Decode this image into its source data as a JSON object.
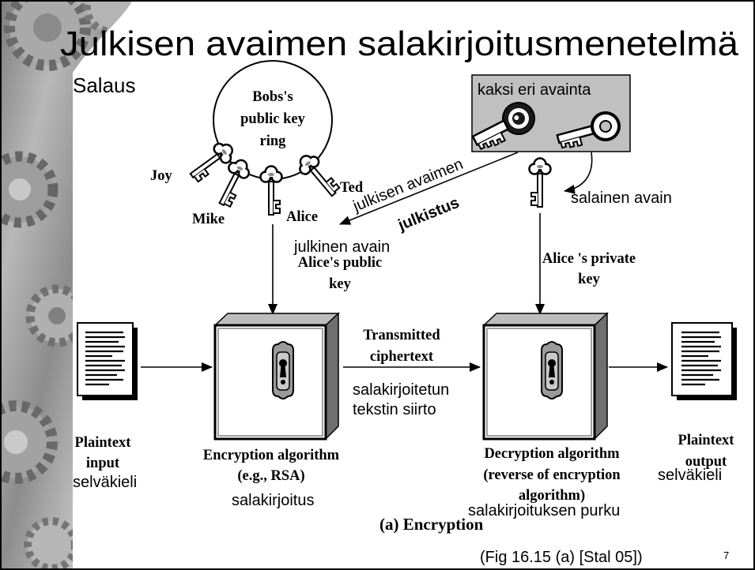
{
  "slide": {
    "title": "Julkisen avaimen salakirjoitusmenetelmä",
    "section": "Salaus",
    "caption": "(a) Encryption",
    "citation": "(Fig 16.15 (a) [Stal 05])",
    "page_number": "7"
  },
  "key_ring": {
    "label": [
      "Bobs's",
      "public key",
      "ring"
    ],
    "key_owners": [
      "Joy",
      "Mike",
      "Alice",
      "Ted"
    ]
  },
  "key_pair": {
    "label": "kaksi eri avainta",
    "publish_label": [
      "julkisen avaimen",
      "julkistus"
    ]
  },
  "public_key": {
    "label_fi": "julkinen avain",
    "label_en": [
      "Alice's public",
      "key"
    ]
  },
  "private_key": {
    "label_fi": "salainen avain",
    "label_en": [
      "Alice 's private",
      "key"
    ]
  },
  "plaintext_input": {
    "label_en": [
      "Plaintext",
      "input"
    ],
    "label_fi": "selväkieli"
  },
  "encryption": {
    "label_en": [
      "Encryption algorithm",
      "(e.g., RSA)"
    ],
    "label_fi": "salakirjoitus"
  },
  "transmission": {
    "label_en": [
      "Transmitted",
      "ciphertext"
    ],
    "label_fi": [
      "salakirjoitetun",
      "tekstin siirto"
    ]
  },
  "decryption": {
    "label_en": [
      "Decryption algorithm",
      "(reverse of encryption",
      "algorithm)"
    ],
    "label_fi": "salakirjoituksen purku"
  },
  "plaintext_output": {
    "label_en": [
      "Plaintext",
      "output"
    ],
    "label_fi": "selväkieli"
  },
  "colors": {
    "background": "#ffffff",
    "text": "#000000",
    "key_pair_box": "#c0c0c0",
    "lock_plate": "#9a9a9a",
    "side_texture": "#9a9a9a"
  }
}
